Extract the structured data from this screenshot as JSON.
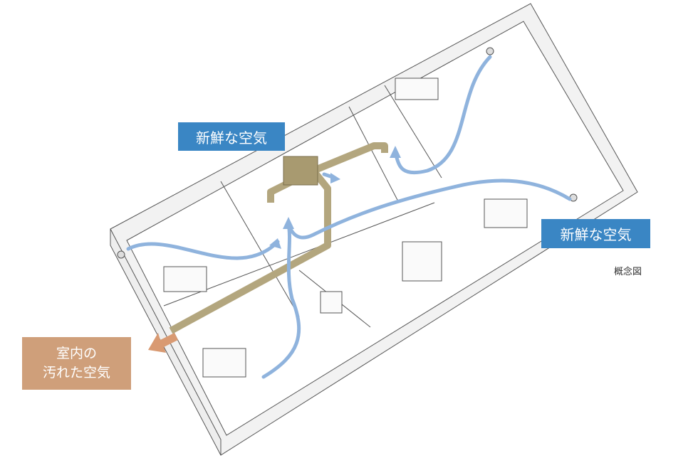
{
  "labels": {
    "fresh_air_top": "新鮮な空気",
    "fresh_air_right": "新鮮な空気",
    "dirty_air_line1": "室内の",
    "dirty_air_line2": "汚れた空気",
    "concept_note": "概念図"
  },
  "colors": {
    "fresh_label": "#3a86c4",
    "dirty_label": "#cf9f7a",
    "airflow": "#8fb3dd",
    "duct": "#b3a67e",
    "exhaust_arrow": "#d99a72"
  }
}
